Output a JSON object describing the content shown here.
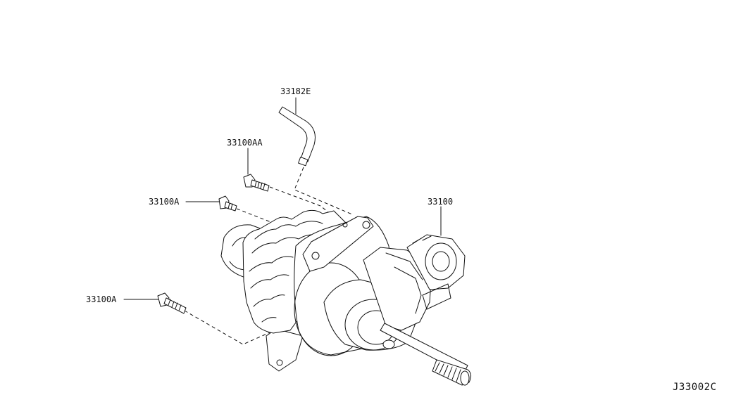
{
  "diagram": {
    "code": "J33002C",
    "callouts": {
      "breather_hose": "33182E",
      "bolt_top": "33100AA",
      "bolt_mid": "33100A",
      "bolt_low": "33100A",
      "assembly": "33100"
    }
  }
}
